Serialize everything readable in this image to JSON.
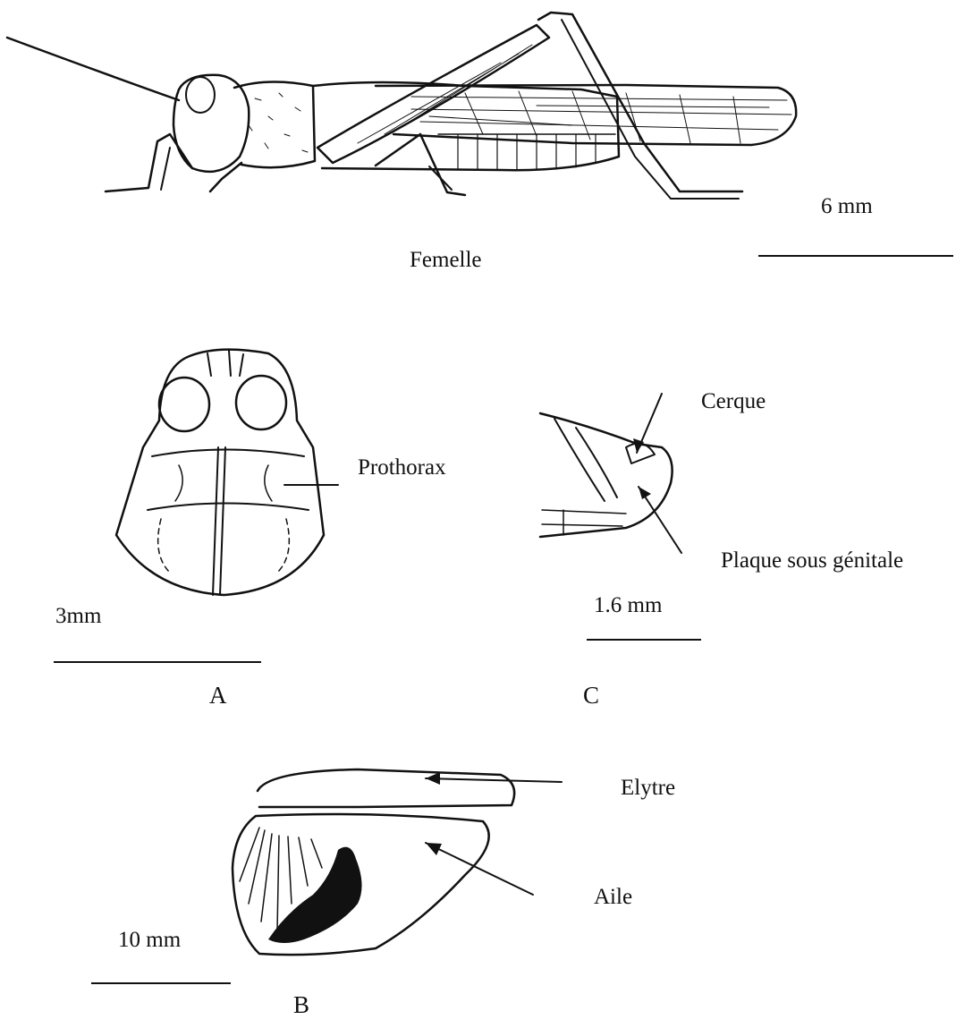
{
  "labels": {
    "female": "Femelle",
    "prothorax": "Prothorax",
    "cerque": "Cerque",
    "plaque": "Plaque sous génitale",
    "elytre": "Elytre",
    "aile": "Aile"
  },
  "scales": {
    "main": "6 mm",
    "a": "3mm",
    "c": "1.6 mm",
    "b": "10 mm"
  },
  "panels": {
    "a": "A",
    "c": "C",
    "b": "B"
  }
}
